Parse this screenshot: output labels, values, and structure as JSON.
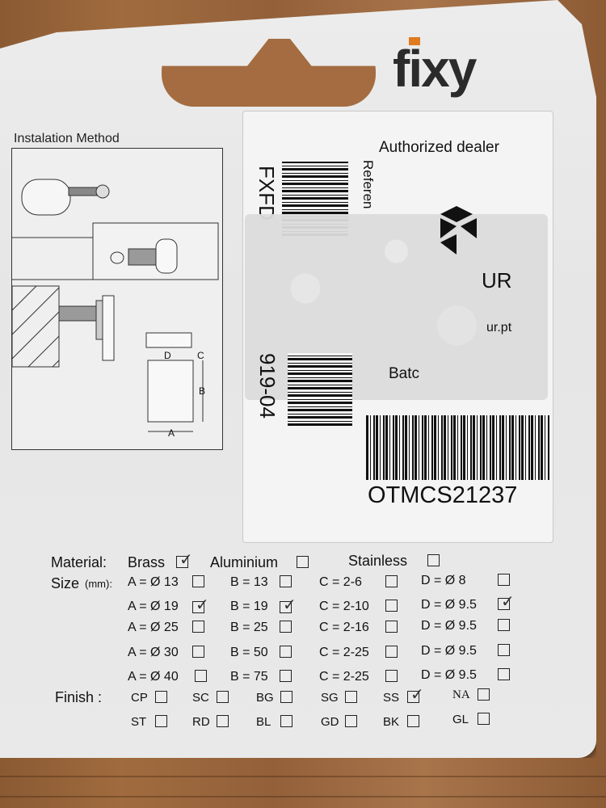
{
  "brand": {
    "logo_text": "fixy",
    "accent": "#e07a1f"
  },
  "installation": {
    "title": "Instalation Method",
    "dim_labels": {
      "d": "D",
      "c": "C",
      "b": "B",
      "a": "A"
    }
  },
  "sticker": {
    "authorized_dealer": "Authorized dealer",
    "reference_label": "Referen",
    "product_code_top": "FXFD",
    "product_code_bottom": "919-04",
    "dealer_name_fragment": "UR",
    "dealer_url_fragment": "ur.pt",
    "batch_label": "Batc",
    "batch_number": "OTMCS21237"
  },
  "form": {
    "material_label": "Material:",
    "materials": [
      {
        "label": "Brass",
        "checked": true
      },
      {
        "label": "Aluminium",
        "checked": false
      },
      {
        "label": "Stainless",
        "checked": false
      }
    ],
    "size_label": "Size",
    "size_unit": "(mm):",
    "sizes": [
      [
        "A = Ø 13",
        "B = 13",
        "C = 2-6",
        "D = Ø 8"
      ],
      [
        "A = Ø 19",
        "B = 19",
        "C = 2-10",
        "D = Ø 9.5"
      ],
      [
        "A = Ø 25",
        "B = 25",
        "C = 2-16",
        "D = Ø 9.5"
      ],
      [
        "A = Ø 30",
        "B = 50",
        "C = 2-25",
        "D = Ø 9.5"
      ],
      [
        "A = Ø 40",
        "B = 75",
        "C = 2-25",
        "D = Ø 9.5"
      ]
    ],
    "size_checked_row": 1,
    "finish_label": "Finish :",
    "finishes_row1": [
      "CP",
      "SC",
      "BG",
      "SG",
      "SS",
      "NA"
    ],
    "finishes_row2": [
      "ST",
      "RD",
      "BL",
      "GD",
      "BK",
      "GL"
    ],
    "finish_checked": "SS"
  }
}
